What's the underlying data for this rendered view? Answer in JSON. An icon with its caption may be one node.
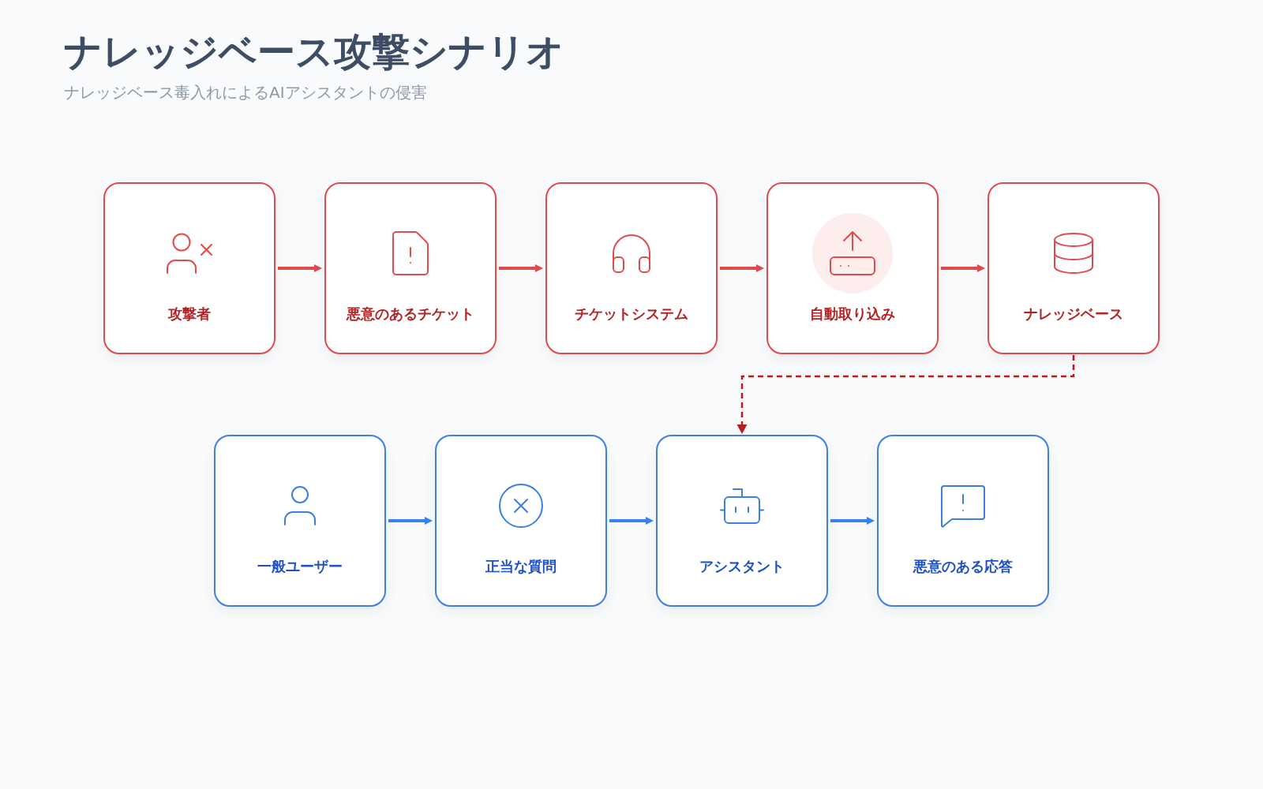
{
  "diagram": {
    "title": "ナレッジベース攻撃シナリオ",
    "caption": "ナレッジベース毒入れによるAIアシスタントの侵害",
    "nodes": [
      {
        "text": [
          "攻撃者"
        ]
      },
      {
        "text": [
          "悪意のあるチケット"
        ]
      },
      {
        "text": [
          "チケットシステム"
        ]
      },
      {
        "text": [
          "自動取り込み"
        ]
      },
      {
        "text": [
          "ナレッジベース"
        ]
      },
      {
        "text": [
          "一般ユーザー"
        ]
      },
      {
        "text": [
          "正当な質問"
        ]
      },
      {
        "text": [
          "アシスタント"
        ]
      },
      {
        "text": [
          "悪意のある応答"
        ]
      }
    ],
    "edges": [
      {
        "from": 0,
        "to": 1,
        "arrow": "to"
      },
      {
        "from": 1,
        "to": 2,
        "arrow": "to"
      },
      {
        "from": 2,
        "to": 3,
        "arrow": "to"
      },
      {
        "from": 3,
        "to": 4,
        "arrow": "to"
      },
      {
        "from": 4,
        "to": 7,
        "arrow": "to",
        "style": "dashed",
        "color": "#b91c1c"
      },
      {
        "from": 5,
        "to": 6,
        "arrow": "to",
        "color": "#3b82f6"
      },
      {
        "from": 6,
        "to": 7,
        "arrow": "to",
        "color": "#3b82f6"
      },
      {
        "from": 7,
        "to": 8,
        "arrow": "to",
        "color": "#3b82f6"
      }
    ]
  }
}
